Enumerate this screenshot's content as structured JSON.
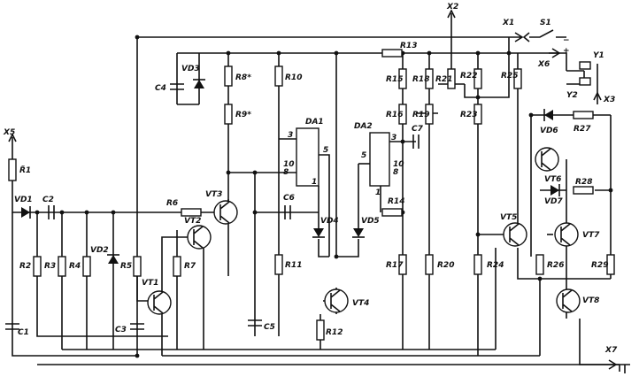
{
  "labels": {
    "X5": "X5",
    "R1": "R̃1",
    "VD1": "VD1",
    "C2": "C2",
    "C1": "C1",
    "R2": "R2",
    "R3": "R3",
    "R4": "R4",
    "VD2": "VD2",
    "R5": "R5",
    "VT1": "VT1",
    "C3": "C3",
    "R6": "R6",
    "VT2": "VT2",
    "R7": "R7",
    "VT3": "VT3",
    "C4": "C4",
    "VD3": "VD3",
    "R8": "R8*",
    "R9": "R9*",
    "C5": "C5",
    "R10": "R10",
    "DA1": "DA1",
    "p3a": "3",
    "p5a": "5",
    "p10a": "10",
    "p8a": "8",
    "p1a": "1",
    "C6": "C6",
    "R11": "R11",
    "VD4": "VD4",
    "VT4": "VT4",
    "R12": "R12",
    "R13": "R13",
    "X2": "X2",
    "DA2": "DA2",
    "p3b": "3",
    "p5b": "5",
    "p10b": "10",
    "p8b": "8",
    "p1b": "1",
    "C7": "C7",
    "VD5": "VD5",
    "R14": "R14",
    "R15": "R15",
    "R16": "R16",
    "R17": "R17",
    "R18": "R18",
    "R19": "R19",
    "R20": "R20",
    "R21": "R21",
    "R22": "R22",
    "R23": "R23",
    "R24": "R24",
    "VT5": "VT5",
    "R25": "R25",
    "X1": "X1",
    "S1": "S1",
    "X6": "X6",
    "Y1": "Y1",
    "Y2": "Y2",
    "X3": "X3",
    "VD6": "VD6",
    "R27": "R27",
    "VT6": "VT6",
    "R28": "R28",
    "VD7": "VD7",
    "VT7": "VT7",
    "R26": "R26",
    "R29": "R29",
    "VT8": "VT8",
    "X7": "X7",
    "plus": "+",
    "minus": "−"
  }
}
